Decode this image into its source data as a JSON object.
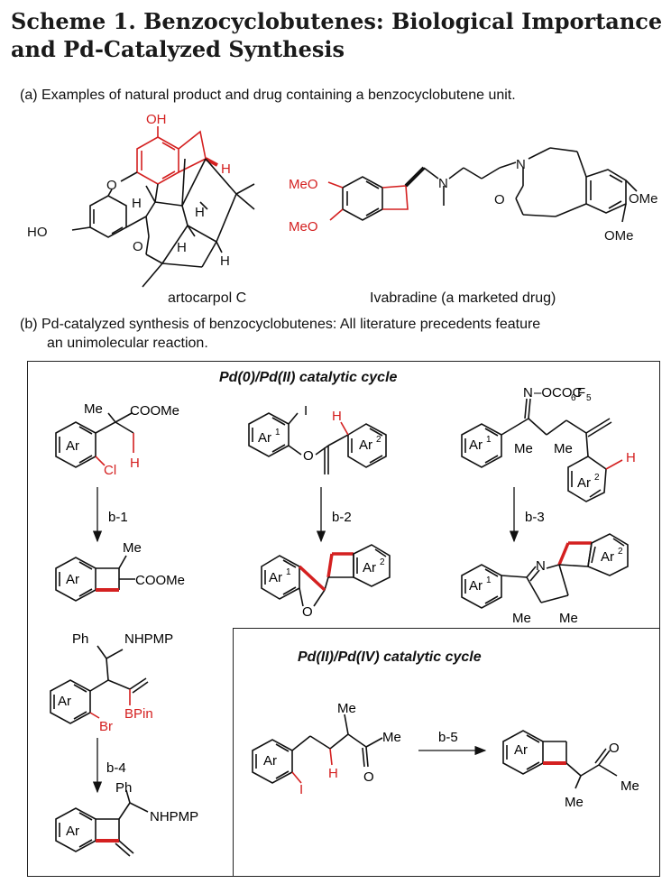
{
  "scheme": {
    "title": "Scheme 1. Benzocyclobutenes: Biological Importance and Pd-Catalyzed Synthesis",
    "part_a_caption": "(a) Examples of natural product and drug containing a benzocyclobutene unit.",
    "part_b_caption_line1": "(b) Pd-catalyzed synthesis of benzocyclobutenes: All literature precedents feature",
    "part_b_caption_line2": "an unimolecular reaction.",
    "compound1_name": "artocarpol C",
    "compound2_name": "Ivabradine (a marketed drug)",
    "cycle1_label": "Pd(0)/Pd(II) catalytic cycle",
    "cycle2_label": "Pd(II)/Pd(IV) catalytic cycle",
    "arrows": {
      "b1": "b-1",
      "b2": "b-2",
      "b3": "b-3",
      "b4": "b-4",
      "b5": "b-5"
    }
  },
  "atoms": {
    "oh": "OH",
    "h": "H",
    "o": "O",
    "ho": "HO",
    "ome": "OMe",
    "meo": "MeO",
    "n": "N",
    "me": "Me",
    "coome": "COOMe",
    "ar": "Ar",
    "ar1": "Ar",
    "ar2": "Ar",
    "sup1": "1",
    "sup2": "2",
    "cl": "Cl",
    "i": "I",
    "br": "Br",
    "ph": "Ph",
    "nhpmp": "NHPMP",
    "bpin": "BPin",
    "oxime": "N",
    "oxime_o": "–OCOC",
    "c6": "6",
    "f5": "F",
    "f5sub": "5"
  },
  "colors": {
    "highlight": "#d42020",
    "bond": "#111111"
  }
}
